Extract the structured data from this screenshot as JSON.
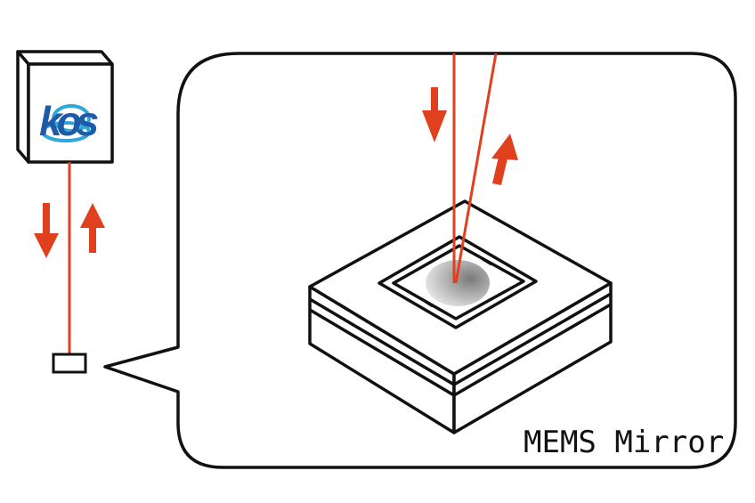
{
  "diagram": {
    "caption": "MEMS Mirror",
    "logo_text": "kos",
    "colors": {
      "laser": "#e0401e",
      "outline": "#111111",
      "logo_blue": "#1f5aa8",
      "logo_cyan": "#2fa7d8",
      "background": "#ffffff"
    },
    "elements": {
      "sensor_head": "laser-sensor-box",
      "target": "measurement-target",
      "callout": "magnified-view-bubble",
      "mirror": "mems-mirror-chip"
    }
  }
}
